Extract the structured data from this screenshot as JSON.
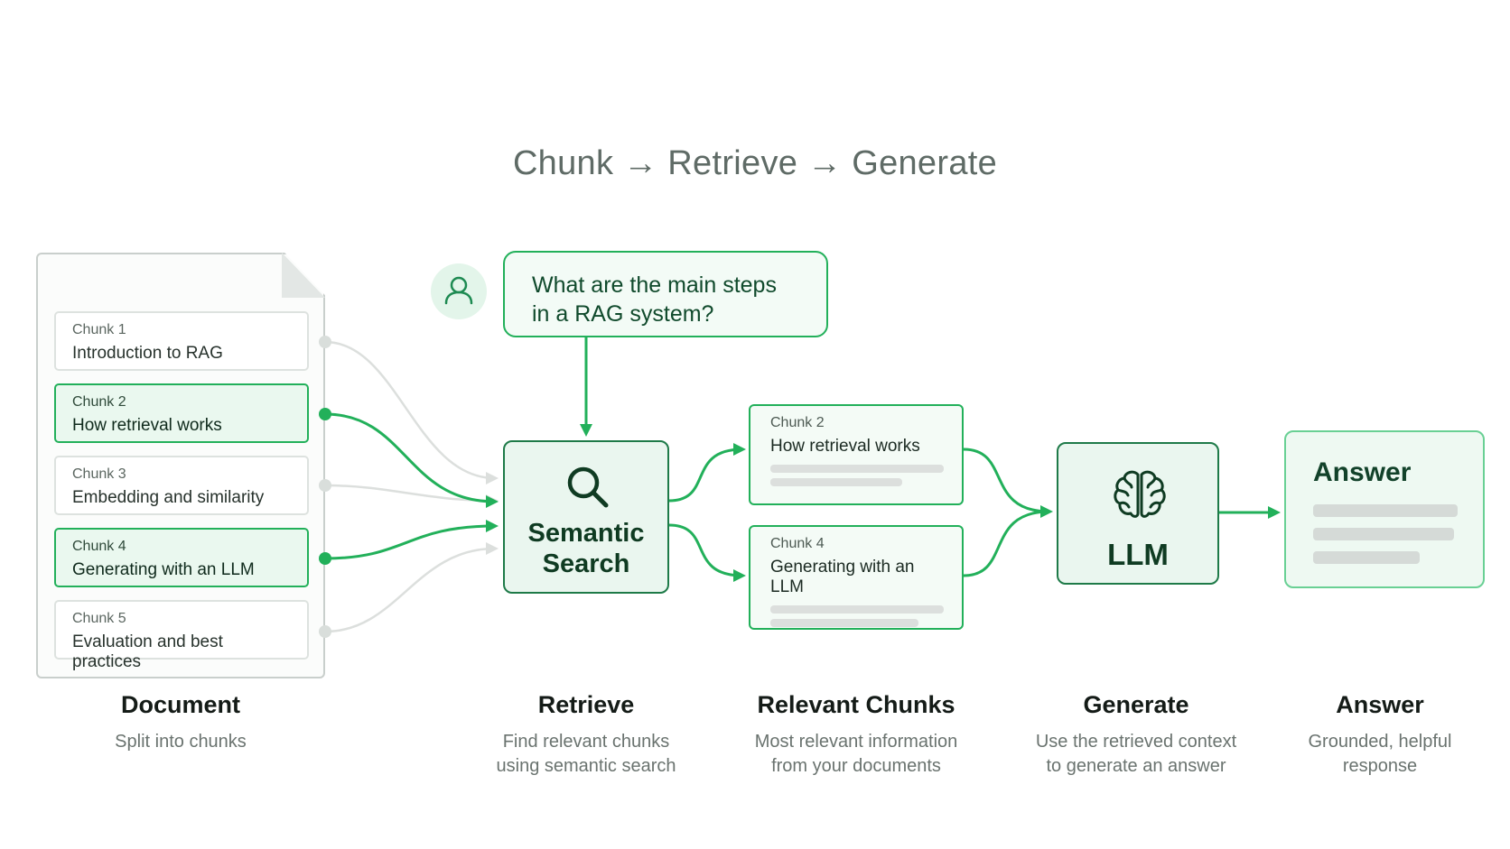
{
  "title": "Chunk → Retrieve → Generate",
  "document": {
    "chunks": [
      {
        "number": "Chunk 1",
        "text": "Introduction to RAG",
        "relevant": false
      },
      {
        "number": "Chunk 2",
        "text": "How retrieval works",
        "relevant": true
      },
      {
        "number": "Chunk 3",
        "text": "Embedding and similarity",
        "relevant": false
      },
      {
        "number": "Chunk 4",
        "text": "Generating with an LLM",
        "relevant": true
      },
      {
        "number": "Chunk 5",
        "text": "Evaluation and best practices",
        "relevant": false
      }
    ]
  },
  "question": {
    "line1": "What are the main steps",
    "line2": "in a RAG system?",
    "icon": "user-icon"
  },
  "search": {
    "line1": "Semantic",
    "line2": "Search",
    "icon": "search-icon"
  },
  "relevant_chunks": [
    {
      "number": "Chunk 2",
      "text": "How retrieval works"
    },
    {
      "number": "Chunk 4",
      "text": "Generating with an LLM"
    }
  ],
  "llm": {
    "label": "LLM",
    "icon": "brain-icon"
  },
  "answer": {
    "label": "Answer"
  },
  "captions": {
    "document": {
      "title": "Document",
      "line1": "Split into chunks"
    },
    "retrieve": {
      "title": "Retrieve",
      "line1": "Find relevant chunks",
      "line2": "using semantic search"
    },
    "relevant": {
      "title": "Relevant Chunks",
      "line1": "Most relevant information",
      "line2": "from your documents"
    },
    "generate": {
      "title": "Generate",
      "line1": "Use the retrieved context",
      "line2": "to generate an answer"
    },
    "answer": {
      "title": "Answer",
      "line1": "Grounded, helpful",
      "line2": "response"
    }
  },
  "colors": {
    "accent": "#22b05a",
    "dark_green": "#1e7a48",
    "light_green_fill": "#eaf8ef",
    "muted_line": "#d9dedb"
  }
}
